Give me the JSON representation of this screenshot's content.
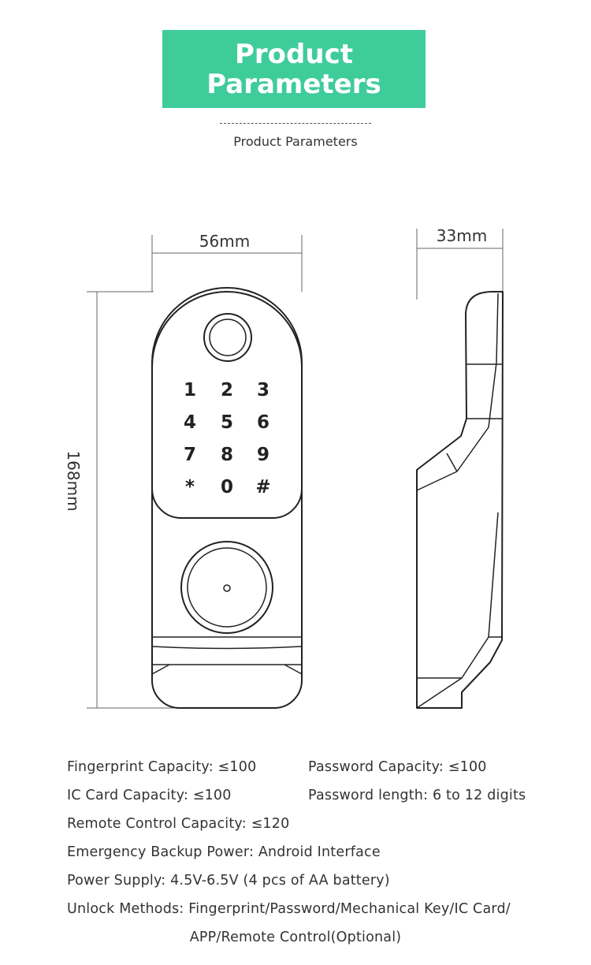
{
  "header": {
    "title_line1": "Product",
    "title_line2": "Parameters",
    "subtitle": "Product Parameters",
    "banner_color": "#3fcc9b"
  },
  "dimensions": {
    "width_label": "56mm",
    "depth_label": "33mm",
    "height_label": "168mm"
  },
  "keypad": {
    "keys": [
      "1",
      "2",
      "3",
      "4",
      "5",
      "6",
      "7",
      "8",
      "9",
      "*",
      "0",
      "#"
    ]
  },
  "specs": {
    "fingerprint_capacity": "Fingerprint Capacity: ≤100",
    "password_capacity": "Password Capacity: ≤100",
    "ic_card_capacity": "IC Card Capacity: ≤100",
    "password_length": "Password length: 6 to 12 digits",
    "remote_capacity": "Remote Control Capacity: ≤120",
    "backup_power": "Emergency Backup Power: Android Interface",
    "power_supply": "Power Supply: 4.5V-6.5V (4 pcs of AA battery)",
    "unlock_methods_line1": "Unlock Methods: Fingerprint/Password/Mechanical Key/IC Card/",
    "unlock_methods_line2": "APP/Remote Control(Optional)"
  }
}
